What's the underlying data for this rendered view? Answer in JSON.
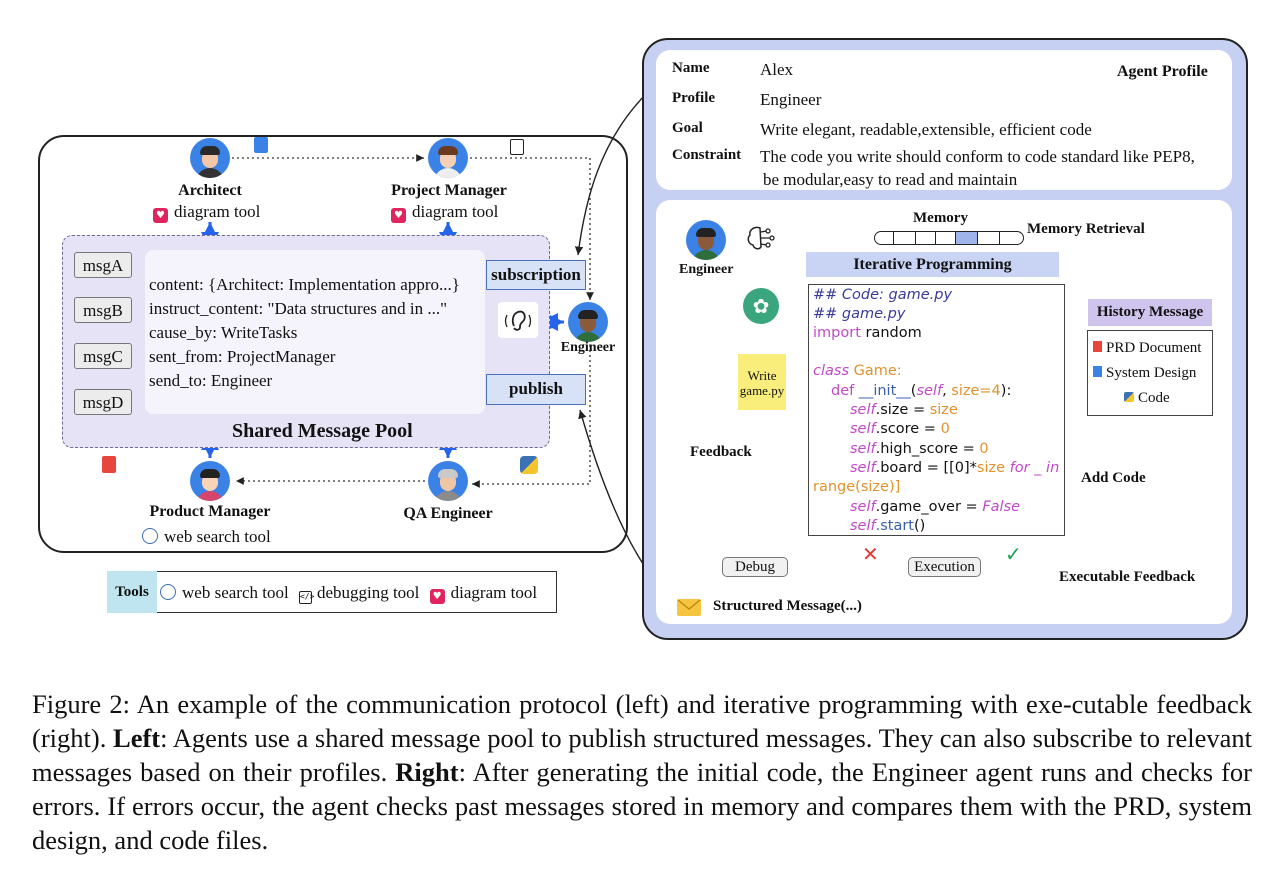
{
  "left": {
    "agents": {
      "architect": {
        "name": "Architect",
        "tool": "diagram tool"
      },
      "project_manager": {
        "name": "Project Manager",
        "tool": "diagram tool"
      },
      "product_manager": {
        "name": "Product Manager",
        "tool": "web search tool"
      },
      "qa_engineer": {
        "name": "QA Engineer"
      },
      "engineer": {
        "name": "Engineer"
      }
    },
    "messages": [
      "msgA",
      "msgB",
      "msgC",
      "msgD"
    ],
    "message_content": [
      "content: {Architect: Implementation appro...}",
      "instruct_content: \"Data structures and in ...\"",
      "cause_by: WriteTasks",
      "sent_from: ProjectManager",
      "send_to: Engineer"
    ],
    "pool_title": "Shared Message Pool",
    "subscription_label": "subscription",
    "publish_label": "publish"
  },
  "tools": {
    "header": "Tools",
    "items": [
      "web search tool",
      "debugging tool",
      "diagram tool"
    ]
  },
  "right": {
    "profile": {
      "title": "Agent Profile",
      "name_key": "Name",
      "name_val": "Alex",
      "profile_key": "Profile",
      "profile_val": "Engineer",
      "goal_key": "Goal",
      "goal_val": "Write elegant, readable,extensible, efficient code",
      "constraint_key": "Constraint",
      "constraint_val_1": "The code you write should conform to code standard like PEP8,",
      "constraint_val_2": "be modular,easy to read and maintain"
    },
    "engineer_label": "Engineer",
    "memory_label": "Memory",
    "memory_retrieval_label": "Memory Retrieval",
    "iterative_title": "Iterative Programming",
    "note_text_1": "Write",
    "note_text_2": "game.py",
    "feedback_label": "Feedback",
    "add_code_label": "Add Code",
    "history_title": "History Message",
    "history_items": [
      "PRD Document",
      "System Design",
      "Code"
    ],
    "debug_label": "Debug",
    "execution_label": "Execution",
    "executable_feedback_label": "Executable Feedback",
    "structured_message_label": "Structured Message(...)",
    "code": {
      "l1": "## Code: game.py",
      "l2": "## game.py",
      "l3_kw": "import",
      "l3_rest": " random",
      "l4_kw": "class",
      "l4_rest": " Game:",
      "l5a": "def ",
      "l5b": "__init__",
      "l5c": "(",
      "l5d": "self",
      "l5e": ", ",
      "l5f": "size=4",
      "l5g": "):",
      "l6a": "self",
      "l6b": ".size = ",
      "l6c": "size",
      "l7a": "self",
      "l7b": ".score = ",
      "l7c": "0",
      "l8a": "self",
      "l8b": ".high_score = ",
      "l8c": "0",
      "l9a": "self",
      "l9b": ".board = [[0]*",
      "l9c": "size",
      "l9d": " for _ in",
      "l10a": "range",
      "l10b": "(size)]",
      "l11a": "self",
      "l11b": ".game_over = ",
      "l11c": "False",
      "l12a": "self",
      "l12b": ".start",
      "l12c": "()"
    }
  },
  "caption": {
    "prefix": "Figure 2:  An example of the communication protocol (left) and iterative programming with exe-cutable feedback (right). ",
    "left_bold": "Left",
    "left_text": ":  Agents use a shared message pool to publish structured messages. They can also subscribe to relevant messages based on their profiles. ",
    "right_bold": "Right",
    "right_text": ": After generating the initial code, the Engineer agent runs and checks for errors.  If errors occur, the agent checks past messages stored in memory and compares them with the PRD, system design, and code files."
  },
  "colors": {
    "arrow_blue": "#2563eb",
    "pool_bg": "#e6e3f7",
    "right_bg": "#c6d0f3",
    "code_keyword": "#c149c8",
    "code_number": "#e0922c"
  }
}
